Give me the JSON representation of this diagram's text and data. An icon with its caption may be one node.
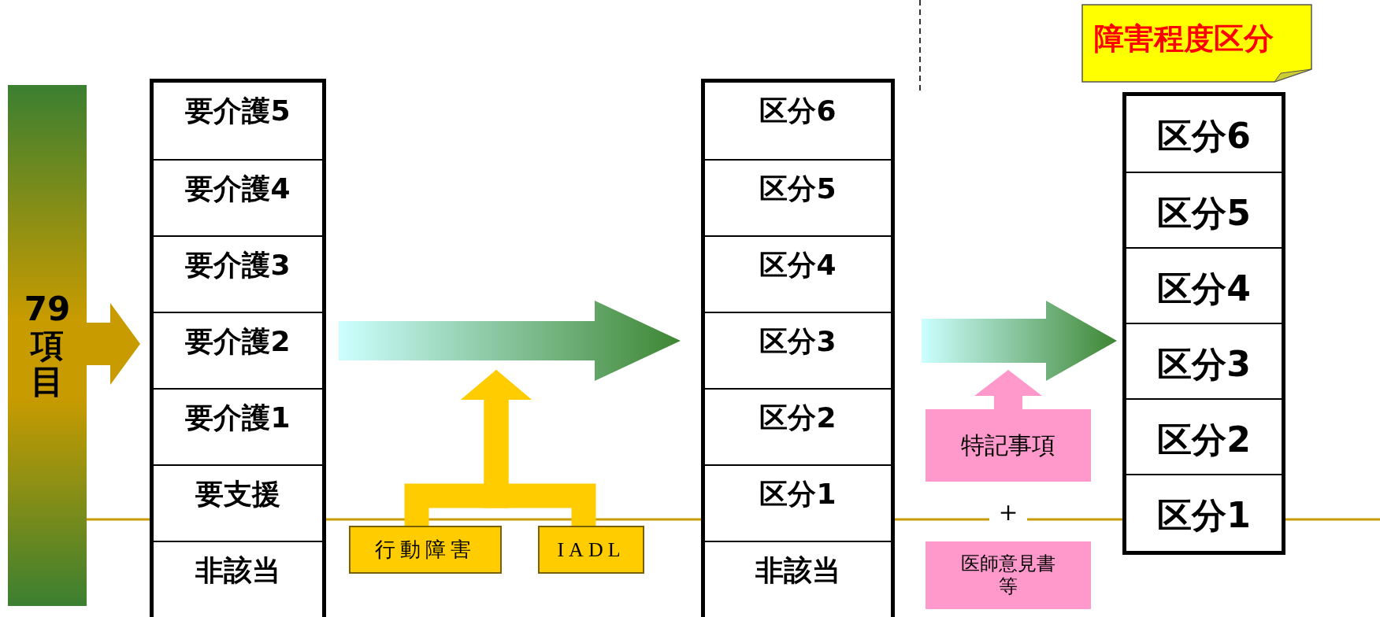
{
  "diagram": {
    "nodes": [
      {
        "text": [
          "79項目"
        ]
      },
      {
        "text": [],
        "shape": "box"
      },
      {
        "text": [
          "要介護5"
        ],
        "in": 1
      },
      {
        "text": [
          "要介護4"
        ],
        "in": 1
      },
      {
        "text": [
          "要介護3"
        ],
        "in": 1
      },
      {
        "text": [
          "要介護2"
        ],
        "in": 1
      },
      {
        "text": [
          "要介護1"
        ],
        "in": 1
      },
      {
        "text": [
          "要支援"
        ],
        "in": 1
      },
      {
        "text": [
          "非該当"
        ],
        "in": 1
      },
      {
        "text": [],
        "shape": "box"
      },
      {
        "text": [
          "区分6"
        ],
        "in": 9
      },
      {
        "text": [
          "区分5"
        ],
        "in": 9
      },
      {
        "text": [
          "区分4"
        ],
        "in": 9
      },
      {
        "text": [
          "区分3"
        ],
        "in": 9
      },
      {
        "text": [
          "区分2"
        ],
        "in": 9
      },
      {
        "text": [
          "区分1"
        ],
        "in": 9
      },
      {
        "text": [
          "非該当"
        ],
        "in": 9
      },
      {
        "text": [
          "障害程度区分"
        ]
      },
      {
        "text": [],
        "shape": "box"
      },
      {
        "text": [
          "区分6"
        ],
        "in": 18
      },
      {
        "text": [
          "区分5"
        ],
        "in": 18
      },
      {
        "text": [
          "区分4"
        ],
        "in": 18
      },
      {
        "text": [
          "区分3"
        ],
        "in": 18
      },
      {
        "text": [
          "区分2"
        ],
        "in": 18
      },
      {
        "text": [
          "区分1"
        ],
        "in": 18
      },
      {
        "text": [
          "行動障害"
        ]
      },
      {
        "text": [
          "IADL"
        ]
      },
      {
        "text": [
          "特記事項"
        ]
      },
      {
        "text": [
          "医師意見書等"
        ]
      }
    ],
    "edges": [
      {
        "from": 0,
        "to": 1,
        "arrow": "to",
        "color": "#c89b00"
      },
      {
        "from": 1,
        "to": 9,
        "arrow": "to"
      },
      {
        "from": 9,
        "to": 18,
        "arrow": "to"
      },
      {
        "from": 25,
        "to": null,
        "arrow": "to",
        "color": "#ffcc00"
      },
      {
        "from": 26,
        "to": null,
        "arrow": "to",
        "color": "#ffcc00"
      },
      {
        "from": 27,
        "to": null,
        "arrow": "to",
        "color": "#ff99cc"
      }
    ],
    "labels": [
      "＋"
    ]
  }
}
